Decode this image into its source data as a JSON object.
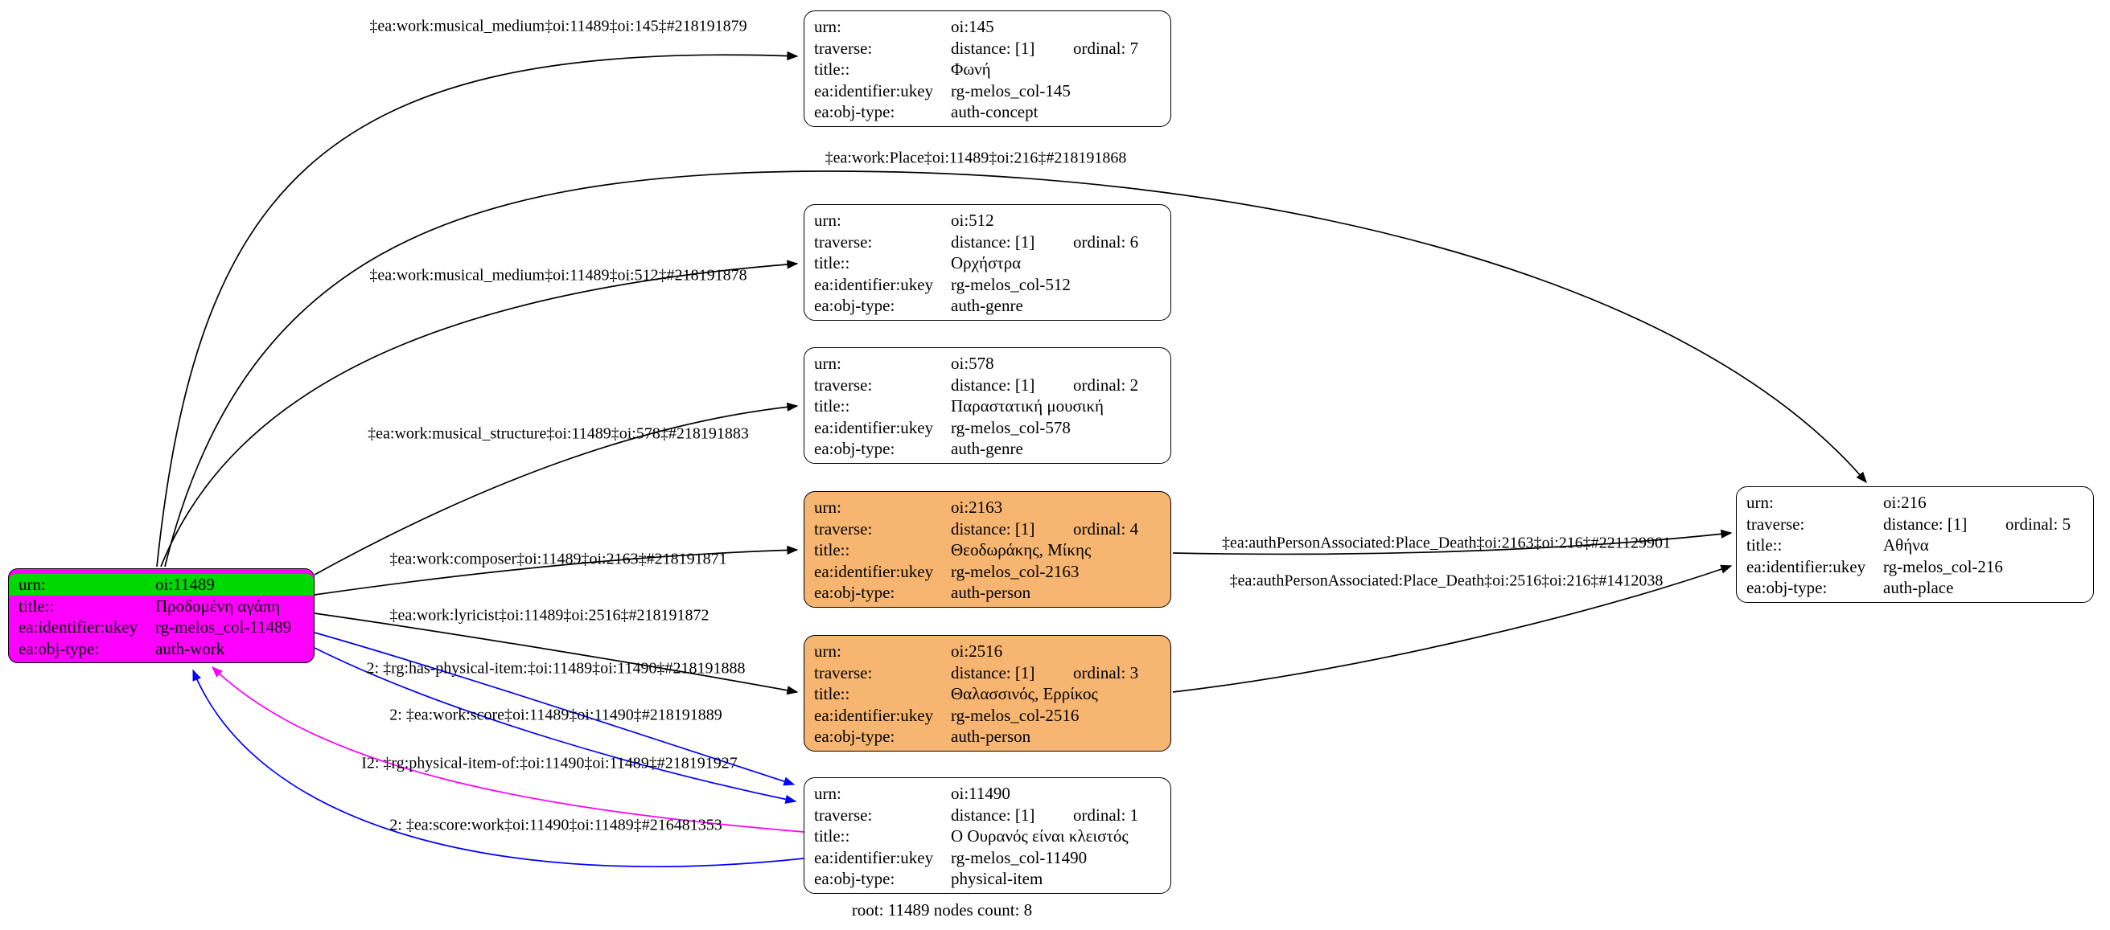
{
  "colors": {
    "root_fill": "#ff00ff",
    "root_urn_highlight": "#00d900",
    "person_fill": "#f6b571",
    "node_fill": "#ffffff",
    "edge_black": "#000000",
    "edge_blue": "#0000ff",
    "edge_magenta": "#ff00ff"
  },
  "field_labels": {
    "urn": "urn:",
    "traverse": "traverse:",
    "title": "title::",
    "ukey": "ea:identifier:ukey",
    "objtype": "ea:obj-type:"
  },
  "root": {
    "urn": "oi:11489",
    "title": "Προδομένη αγάπη",
    "ukey": "rg-melos_col-11489",
    "objtype": "auth-work"
  },
  "nodes": [
    {
      "urn": "oi:145",
      "distance": "distance: [1]",
      "ordinal": "ordinal: 7",
      "title": "Φωνή",
      "ukey": "rg-melos_col-145",
      "objtype": "auth-concept"
    },
    {
      "urn": "oi:512",
      "distance": "distance: [1]",
      "ordinal": "ordinal: 6",
      "title": "Ορχήστρα",
      "ukey": "rg-melos_col-512",
      "objtype": "auth-genre"
    },
    {
      "urn": "oi:578",
      "distance": "distance: [1]",
      "ordinal": "ordinal: 2",
      "title": "Παραστατική μουσική",
      "ukey": "rg-melos_col-578",
      "objtype": "auth-genre"
    },
    {
      "urn": "oi:2163",
      "distance": "distance: [1]",
      "ordinal": "ordinal: 4",
      "title": "Θεοδωράκης, Μίκης",
      "ukey": "rg-melos_col-2163",
      "objtype": "auth-person"
    },
    {
      "urn": "oi:2516",
      "distance": "distance: [1]",
      "ordinal": "ordinal: 3",
      "title": "Θαλασσινός, Ερρίκος",
      "ukey": "rg-melos_col-2516",
      "objtype": "auth-person"
    },
    {
      "urn": "oi:11490",
      "distance": "distance: [1]",
      "ordinal": "ordinal: 1",
      "title": "Ο Ουρανός είναι κλειστός",
      "ukey": "rg-melos_col-11490",
      "objtype": "physical-item"
    },
    {
      "urn": "oi:216",
      "distance": "distance: [1]",
      "ordinal": "ordinal: 5",
      "title": "Αθήνα",
      "ukey": "rg-melos_col-216",
      "objtype": "auth-place"
    }
  ],
  "edges": [
    {
      "label": "‡ea:work:musical_medium‡oi:11489‡oi:145‡#218191879",
      "color": "#000000"
    },
    {
      "label": "‡ea:work:Place‡oi:11489‡oi:216‡#218191868",
      "color": "#000000"
    },
    {
      "label": "‡ea:work:musical_medium‡oi:11489‡oi:512‡#218191878",
      "color": "#000000"
    },
    {
      "label": "‡ea:work:musical_structure‡oi:11489‡oi:578‡#218191883",
      "color": "#000000"
    },
    {
      "label": "‡ea:work:composer‡oi:11489‡oi:2163‡#218191871",
      "color": "#000000"
    },
    {
      "label": "‡ea:work:lyricist‡oi:11489‡oi:2516‡#218191872",
      "color": "#000000"
    },
    {
      "label": "2: ‡rg:has-physical-item:‡oi:11489‡oi:11490‡#218191888",
      "color": "#0000ff"
    },
    {
      "label": "2: ‡ea:work:score‡oi:11489‡oi:11490‡#218191889",
      "color": "#0000ff"
    },
    {
      "label": "I2: ‡rg:physical-item-of:‡oi:11490‡oi:11489‡#218191927",
      "color": "#ff00ff"
    },
    {
      "label": "2: ‡ea:score:work‡oi:11490‡oi:11489‡#216481353",
      "color": "#0000ff"
    },
    {
      "label": "‡ea:authPersonAssociated:Place_Death‡oi:2163‡oi:216‡#221129901",
      "color": "#000000"
    },
    {
      "label": "‡ea:authPersonAssociated:Place_Death‡oi:2516‡oi:216‡#1412038",
      "color": "#000000"
    }
  ],
  "footer": "root: 11489 nodes count: 8"
}
